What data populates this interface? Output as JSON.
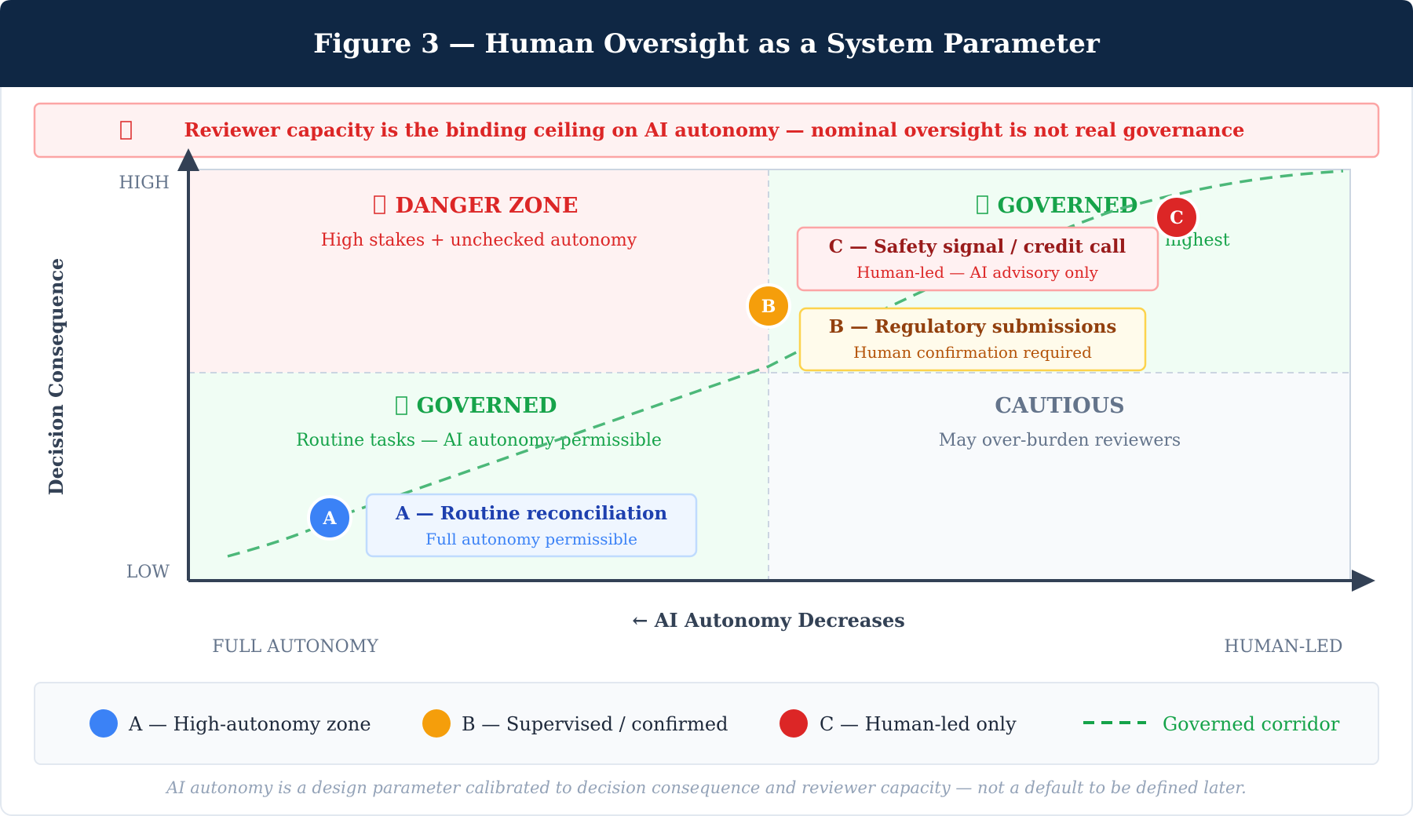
{
  "header": {
    "title": "Figure 3 — Human Oversight as a System Parameter"
  },
  "banner": {
    "icon": "warning-icon",
    "text": "Reviewer capacity is the binding ceiling on AI autonomy — nominal oversight is not real governance"
  },
  "axes": {
    "y_label": "Decision Consequence",
    "y_high": "HIGH",
    "y_low": "LOW",
    "x_label": "← AI Autonomy Decreases",
    "x_left": "FULL AUTONOMY",
    "x_right": "HUMAN-LED"
  },
  "quadrants": {
    "danger": {
      "icon": "warning-icon",
      "title": "DANGER ZONE",
      "subtitle": "High stakes + unchecked autonomy",
      "color": "#dc2626"
    },
    "governed_top": {
      "icon": "check-icon",
      "title": "GOVERNED",
      "subtitle_visible": "highest",
      "color": "#16a34a"
    },
    "governed_bottom": {
      "icon": "check-icon",
      "title": "GOVERNED",
      "subtitle": "Routine tasks — AI autonomy permissible",
      "color": "#16a34a"
    },
    "cautious": {
      "title": "CAUTIOUS",
      "subtitle": "May over-burden reviewers",
      "color": "#64748b"
    }
  },
  "points": {
    "a": {
      "label": "A",
      "title": "A — Routine reconciliation",
      "subtitle": "Full autonomy permissible",
      "color": "#3b82f6"
    },
    "b": {
      "label": "B",
      "title": "B — Regulatory submissions",
      "subtitle": "Human confirmation required",
      "color": "#f59e0b"
    },
    "c": {
      "label": "C",
      "title": "C — Safety signal / credit call",
      "subtitle": "Human-led — AI advisory only",
      "color": "#dc2626"
    }
  },
  "legend": {
    "a": "A — High-autonomy zone",
    "b": "B — Supervised / confirmed",
    "c": "C — Human-led only",
    "corridor": "Governed corridor"
  },
  "footnote": "AI autonomy is a design parameter calibrated to decision consequence and reviewer capacity — not a default to be defined later."
}
